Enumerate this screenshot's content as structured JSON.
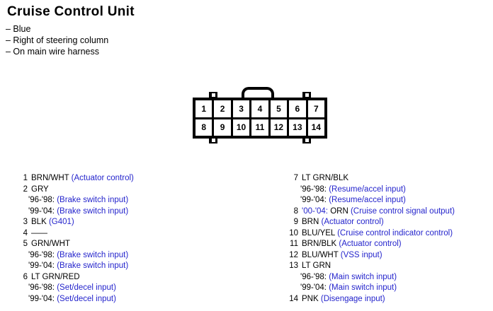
{
  "title": "Cruise Control Unit",
  "notes": [
    "– Blue",
    "– Right of steering column",
    "– On main wire harness"
  ],
  "colors": {
    "link_blue": "#2424cc",
    "diagram_black": "#000000"
  },
  "connector": {
    "rows": [
      [
        "1",
        "2",
        "3",
        "4",
        "5",
        "6",
        "7"
      ],
      [
        "8",
        "9",
        "10",
        "11",
        "12",
        "13",
        "14"
      ]
    ]
  },
  "pins": {
    "left": [
      {
        "num": "1",
        "wire": "BRN/WHT",
        "desc": "(Actuator control)"
      },
      {
        "num": "2",
        "wire": "GRY",
        "years": [
          {
            "range": "'96-'98:",
            "desc": "(Brake switch input)"
          },
          {
            "range": "'99-'04:",
            "desc": "(Brake switch input)"
          }
        ]
      },
      {
        "num": "3",
        "wire": "BLK",
        "desc": "(G401)"
      },
      {
        "num": "4",
        "wire": "——"
      },
      {
        "num": "5",
        "wire": "GRN/WHT",
        "years": [
          {
            "range": "'96-'98:",
            "desc": "(Brake switch input)"
          },
          {
            "range": "'99-'04:",
            "desc": "(Brake switch input)"
          }
        ]
      },
      {
        "num": "6",
        "wire": "LT GRN/RED",
        "years": [
          {
            "range": "'96-'98:",
            "desc": "(Set/decel input)"
          },
          {
            "range": "'99-'04:",
            "desc": "(Set/decel input)"
          }
        ]
      }
    ],
    "right": [
      {
        "num": "7",
        "wire": "LT GRN/BLK",
        "years": [
          {
            "range": "'96-'98:",
            "desc": "(Resume/accel input)"
          },
          {
            "range": "'99-'04:",
            "desc": "(Resume/accel input)"
          }
        ]
      },
      {
        "num": "8",
        "prefix": "'00-'04:",
        "wire": "ORN",
        "desc": "(Cruise control signal output)"
      },
      {
        "num": "9",
        "wire": "BRN",
        "desc": "(Actuator control)"
      },
      {
        "num": "10",
        "wire": "BLU/YEL",
        "desc": "(Cruise control indicator control)"
      },
      {
        "num": "11",
        "wire": "BRN/BLK",
        "desc": "(Actuator control)"
      },
      {
        "num": "12",
        "wire": "BLU/WHT",
        "desc": "(VSS input)"
      },
      {
        "num": "13",
        "wire": "LT GRN",
        "years": [
          {
            "range": "'96-'98:",
            "desc": "(Main switch input)"
          },
          {
            "range": "'99-'04:",
            "desc": "(Main switch input)"
          }
        ]
      },
      {
        "num": "14",
        "wire": "PNK",
        "desc": "(Disengage input)"
      }
    ]
  }
}
